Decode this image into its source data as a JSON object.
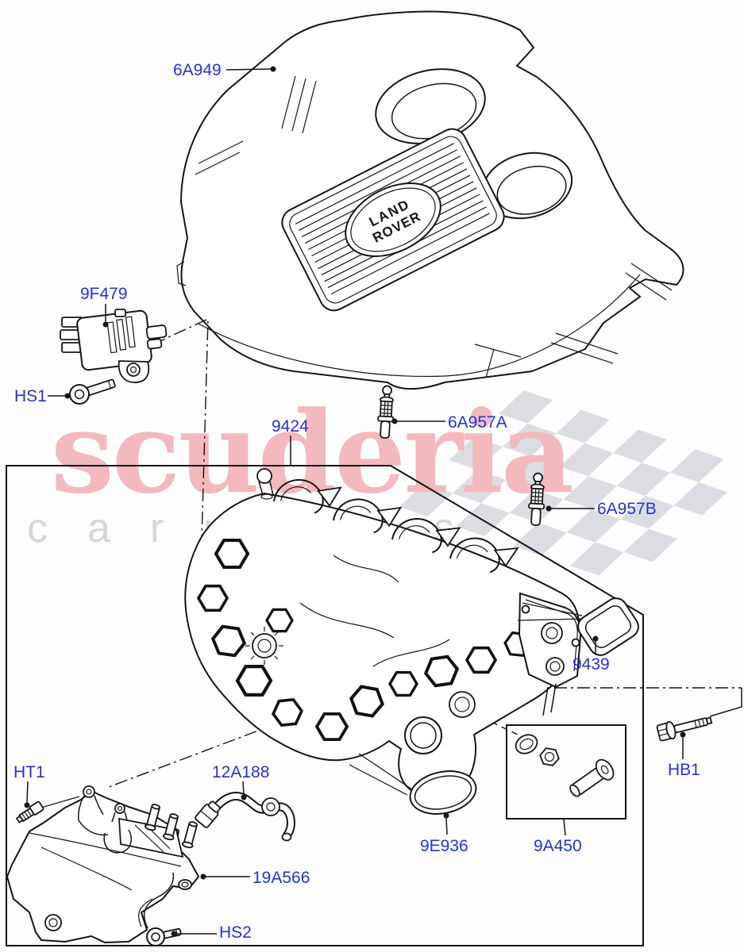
{
  "watermark": {
    "brand": "scuderia",
    "sub": "carparts",
    "brand_color": "#f2b9bf",
    "sub_color": "#d6d6d8",
    "checker_color": "#dcdde2"
  },
  "diagram": {
    "label_color": "#2633d0",
    "line_color": "#151515",
    "badge": {
      "line1": "LAND",
      "line2": "ROVER"
    },
    "labels": [
      {
        "text": "6A949"
      },
      {
        "text": "9F479"
      },
      {
        "text": "HS1"
      },
      {
        "text": "9424"
      },
      {
        "text": "6A957A"
      },
      {
        "text": "6A957B"
      },
      {
        "text": "9439"
      },
      {
        "text": "HB1"
      },
      {
        "text": "HT1"
      },
      {
        "text": "12A188"
      },
      {
        "text": "19A566"
      },
      {
        "text": "HS2"
      },
      {
        "text": "9E936"
      },
      {
        "text": "9A450"
      }
    ]
  }
}
